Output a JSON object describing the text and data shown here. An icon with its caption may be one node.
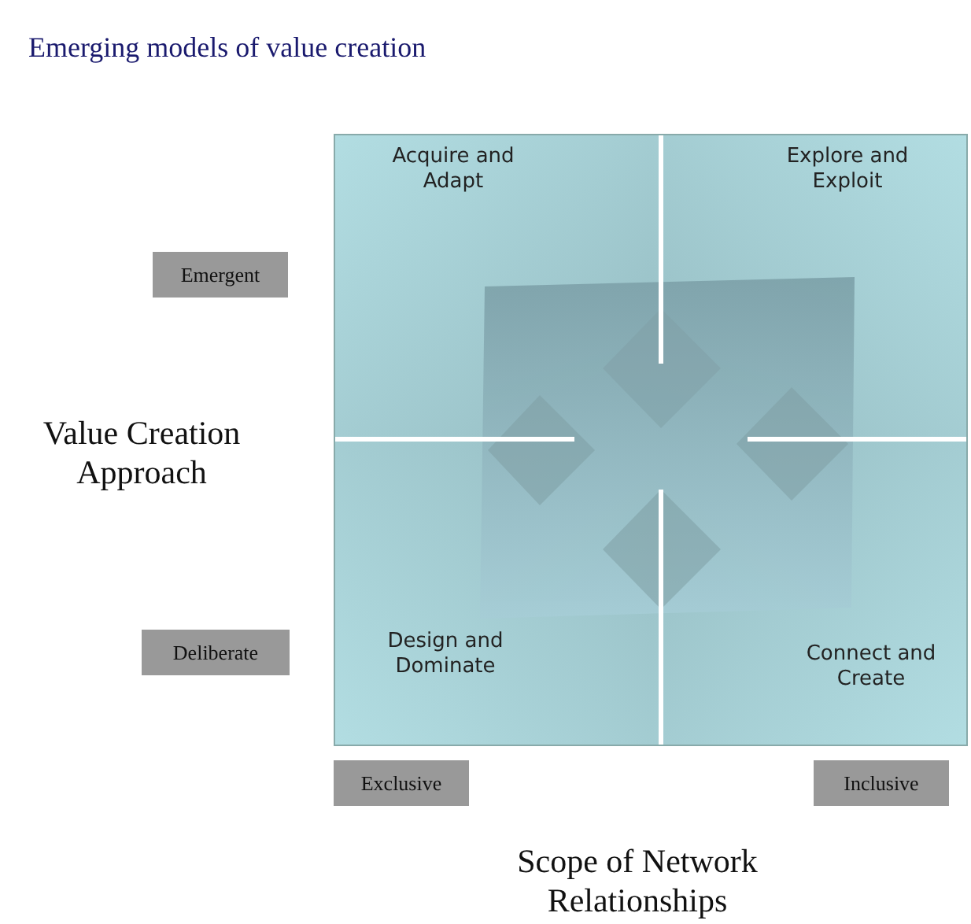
{
  "diagram": {
    "title": "Emerging models of value creation",
    "nodes": [
      {
        "text": [
          "Acquire and Adapt"
        ]
      },
      {
        "text": [
          "Explore and Exploit"
        ]
      },
      {
        "text": [
          "Design and Dominate"
        ]
      },
      {
        "text": [
          "Connect and Create"
        ]
      },
      {
        "text": [
          "Emergent"
        ]
      },
      {
        "text": [
          "Deliberate"
        ]
      },
      {
        "text": [
          "Exclusive"
        ]
      },
      {
        "text": [
          "Inclusive"
        ]
      }
    ],
    "edges": [],
    "labels": [
      "Value Creation Approach",
      "Scope of Network Relationships"
    ]
  }
}
